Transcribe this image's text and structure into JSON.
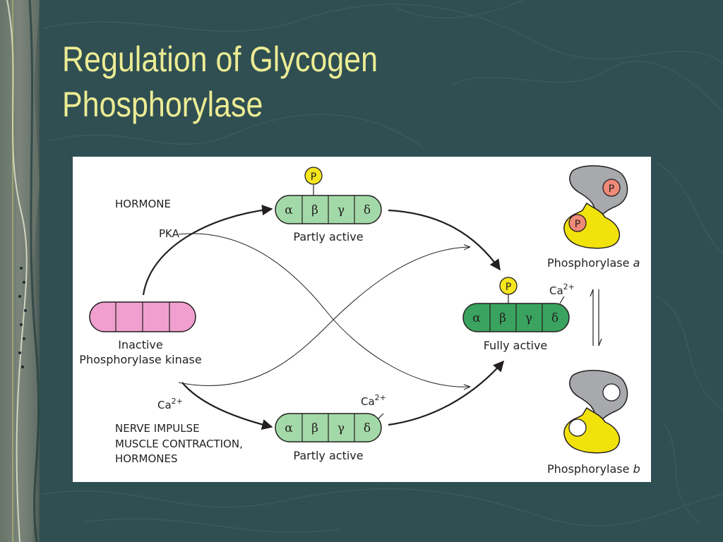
{
  "slide": {
    "title_line1": "Regulation of Glycogen",
    "title_line2": "Phosphorylase",
    "colors": {
      "background": "#2f4f52",
      "title": "#ecec94",
      "inactive_kinase": "#f09fcf",
      "partly_active": "#a3d9a8",
      "fully_active": "#3aa35f",
      "phosphate": "#f5e61e",
      "enzyme_yellow": "#f2e20c",
      "enzyme_gray": "#a7a9ac",
      "phosphate_on_enzyme": "#f08a78"
    }
  },
  "diagram": {
    "inactive_label_1": "Inactive",
    "inactive_label_2": "Phosphorylase kinase",
    "hormone": "HORMONE",
    "pka": "PKA",
    "ca": "Ca",
    "ca_sup": "2+",
    "nerve_1": "NERVE IMPULSE",
    "nerve_2": "MUSCLE CONTRACTION,",
    "nerve_3": "HORMONES",
    "phosphate": "P",
    "alpha": "α",
    "beta": "β",
    "gamma": "γ",
    "delta": "δ",
    "partly_active": "Partly active",
    "fully_active": "Fully active",
    "phosphorylase_a_prefix": "Phosphorylase ",
    "phosphorylase_a_letter": "a",
    "phosphorylase_b_prefix": "Phosphorylase ",
    "phosphorylase_b_letter": "b"
  }
}
